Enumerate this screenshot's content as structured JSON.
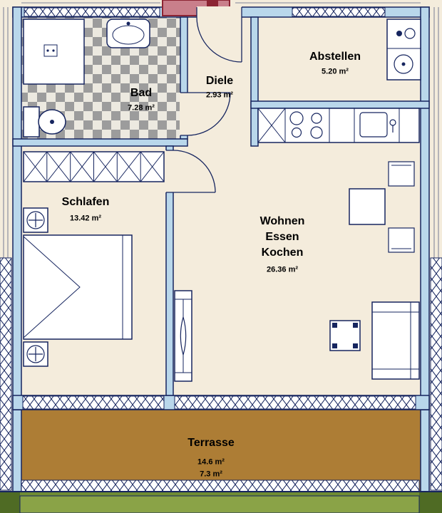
{
  "rooms": {
    "bad": {
      "name": "Bad",
      "area": "7.28 m²"
    },
    "diele": {
      "name": "Diele",
      "area": "2.93 m²"
    },
    "abstellen": {
      "name": "Abstellen",
      "area": "5.20 m²"
    },
    "schlafen": {
      "name": "Schlafen",
      "area": "13.42 m²"
    },
    "wohnen": {
      "name_line1": "Wohnen",
      "name_line2": "Essen",
      "name_line3": "Kochen",
      "area": "26.36 m²"
    },
    "terrasse": {
      "name": "Terrasse",
      "area_upper": "14.6 m²",
      "area_lower": "7.3 m²"
    }
  },
  "colors": {
    "floor": "#f4ecdc",
    "wall_fill": "#b9d7eb",
    "wall_stroke": "#16255f",
    "terrace": "#ad7d35",
    "green_band": "#6f8c33",
    "green_inner": "#8aa347",
    "stairwell": "#c97f8b",
    "stairwell_border": "#8c2433",
    "tile_gray": "#9c9c9c"
  }
}
